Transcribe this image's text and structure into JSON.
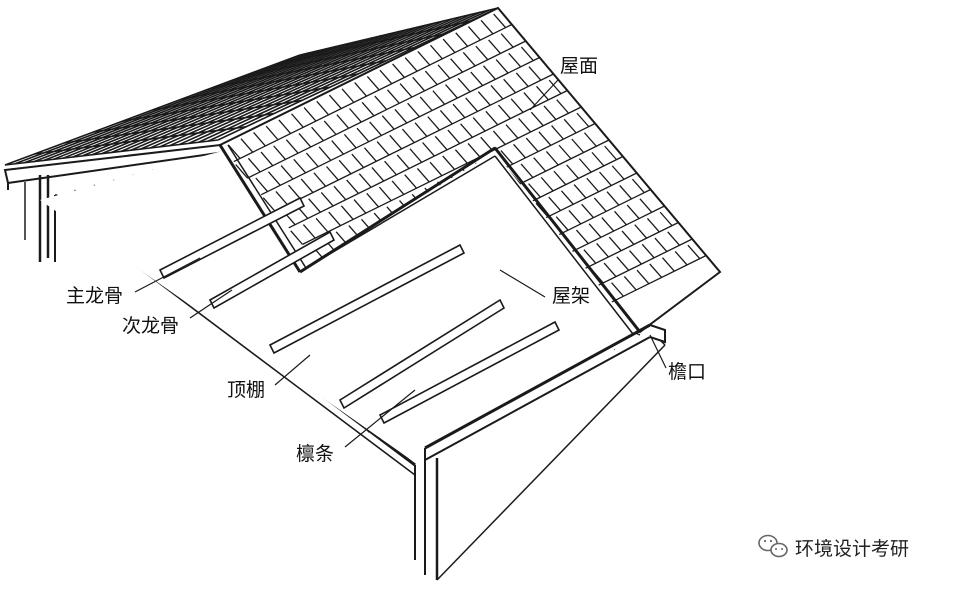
{
  "labels": {
    "roof_surface": "屋面",
    "main_keel": "主龙骨",
    "secondary_keel": "次龙骨",
    "roof_truss": "屋架",
    "eave": "檐口",
    "ceiling": "顶棚",
    "purlin": "檩条"
  },
  "watermark": {
    "icon": "wechat-icon",
    "text": "环境设计考研"
  },
  "colors": {
    "ink": "#1a1a1a",
    "paper": "#ffffff"
  }
}
